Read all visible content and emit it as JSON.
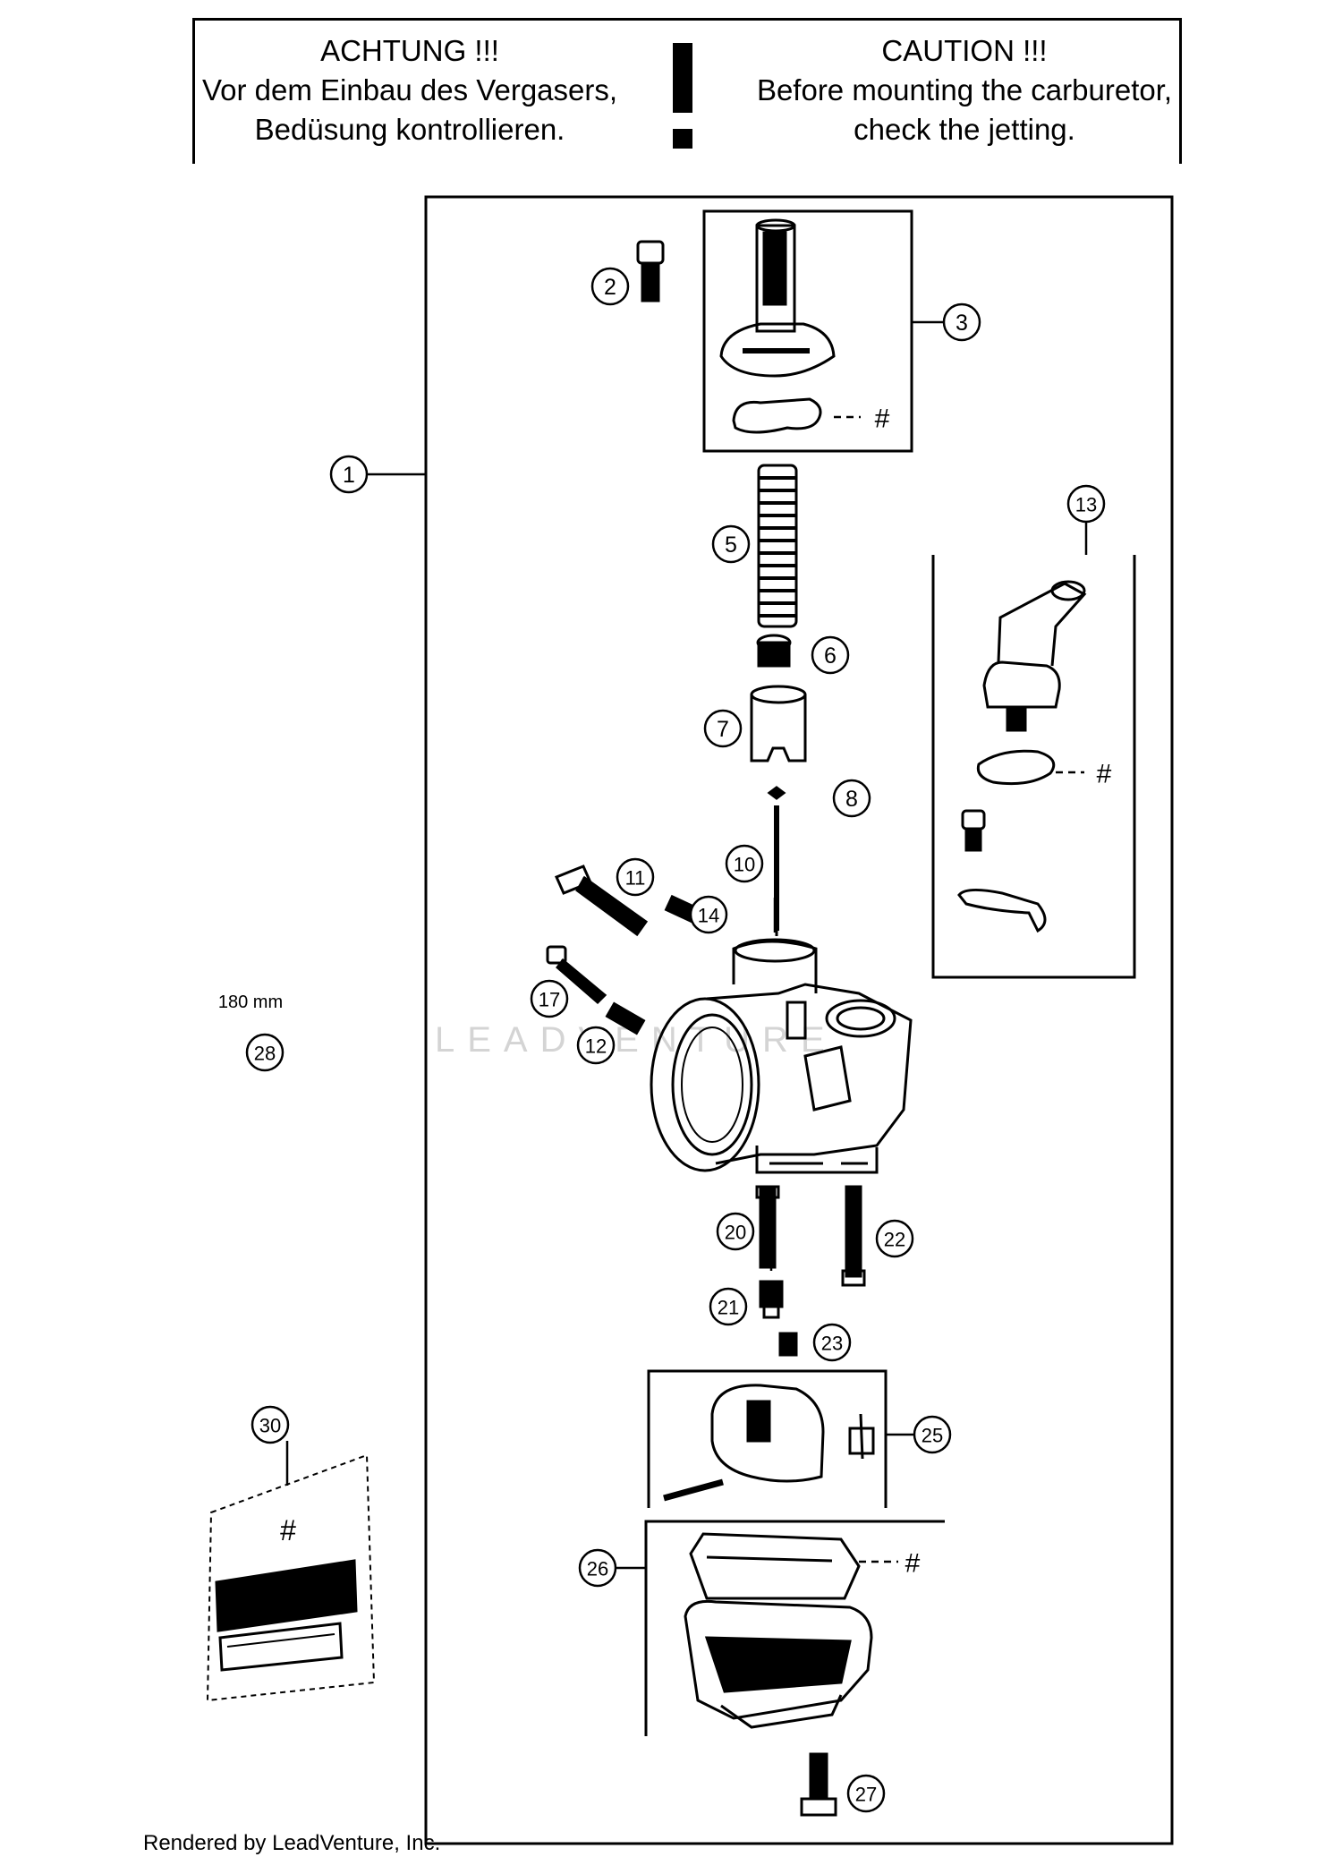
{
  "caution": {
    "de_title": "ACHTUNG !!!",
    "de_line1": "Vor dem Einbau des Vergasers,",
    "de_line2": "Bedüsung kontrollieren.",
    "en_title": "CAUTION !!!",
    "en_line1": "Before mounting the carburetor,",
    "en_line2": "check the jetting."
  },
  "callouts": {
    "n1": "1",
    "n2": "2",
    "n3": "3",
    "n5": "5",
    "n6": "6",
    "n7": "7",
    "n8": "8",
    "n10": "10",
    "n11": "11",
    "n12": "12",
    "n13": "13",
    "n14": "14",
    "n17": "17",
    "n20": "20",
    "n21": "21",
    "n22": "22",
    "n23": "23",
    "n25": "25",
    "n26": "26",
    "n27": "27",
    "n28": "28",
    "n30": "30"
  },
  "hash_marks": {
    "h3": "#",
    "h13": "#",
    "h26": "#",
    "h30": "#"
  },
  "length_note": "180 mm",
  "watermark": "LEADVENTURE",
  "footer": "Rendered by LeadVenture, Inc."
}
